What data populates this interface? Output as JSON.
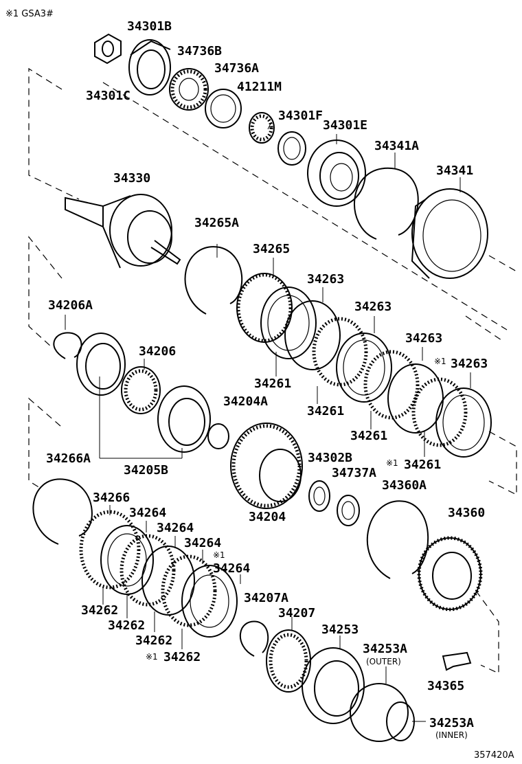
{
  "note": "※1 GSA3#",
  "figure_code": "357420A",
  "parts": {
    "p34301B": "34301B",
    "p34301C": "34301C",
    "p34736B": "34736B",
    "p34736A": "34736A",
    "p41211M": "41211M",
    "p34301F": "34301F",
    "p34301E": "34301E",
    "p34341A": "34341A",
    "p34341": "34341",
    "p34330": "34330",
    "p34265A": "34265A",
    "p34265": "34265",
    "p34263_1": "34263",
    "p34263_2": "34263",
    "p34263_3": "34263",
    "p34263_4": "34263",
    "mark_34263_4": "※1",
    "p34206A": "34206A",
    "p34206": "34206",
    "p34261_1": "34261",
    "p34261_2": "34261",
    "p34261_3": "34261",
    "p34261_4": "34261",
    "mark_34261_4": "※1",
    "p34204A": "34204A",
    "p34205B": "34205B",
    "p34302B": "34302B",
    "p34737A": "34737A",
    "p34360A": "34360A",
    "p34266A": "34266A",
    "p34204": "34204",
    "p34360": "34360",
    "p34266": "34266",
    "p34264_1": "34264",
    "p34264_2": "34264",
    "p34264_3": "34264",
    "p34264_4": "34264",
    "mark_34264_4": "※1",
    "p34262_1": "34262",
    "p34262_2": "34262",
    "p34262_3": "34262",
    "p34262_4": "34262",
    "mark_34262_4": "※1",
    "p34207A": "34207A",
    "p34207": "34207",
    "p34253": "34253",
    "p34253A_outer": "34253A",
    "outer_note": "(OUTER)",
    "p34253A_inner": "34253A",
    "inner_note": "(INNER)",
    "p34365": "34365"
  }
}
